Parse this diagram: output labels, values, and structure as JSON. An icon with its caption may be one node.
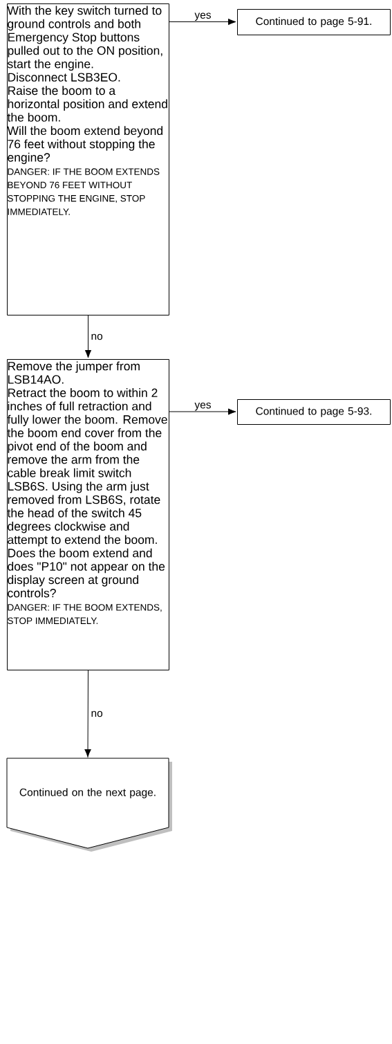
{
  "diagram": {
    "nodes": [
      {
        "text": [
          "With the key switch turned to ground controls and both Emergency Stop buttons pulled out to the ON position, start the engine.",
          "Disconnect LSB3EO.",
          "Raise the boom to a horizontal position and extend the boom.",
          "Will the boom extend beyond 76 feet without stopping the engine?",
          "DANGER: IF THE BOOM EXTENDS BEYOND 76 FEET WITHOUT STOPPING THE ENGINE, STOP IMMEDIATELY."
        ]
      },
      {
        "text": [
          "Continued to page 5-91."
        ]
      },
      {
        "text": [
          "Remove the jumper from LSB14AO.",
          "Retract the boom to within 2 inches of full retraction and fully lower the boom. Remove the boom end cover from the pivot end of the boom and remove the arm from the cable break limit switch LSB6S. Using the arm just removed from LSB6S, rotate the head of the switch 45 degrees clockwise and attempt to extend the boom. Does the boom extend and does \"P10\" not appear on the display screen at ground controls?",
          "DANGER: IF THE BOOM EXTENDS, STOP IMMEDIATELY."
        ]
      },
      {
        "text": [
          "Continued to page 5-93."
        ]
      },
      {
        "text": [
          "Continued on the next page."
        ]
      }
    ],
    "edges": [
      {
        "from": 0,
        "to": 1,
        "arrow": "to",
        "label": "yes"
      },
      {
        "from": 0,
        "to": 2,
        "arrow": "to",
        "label": "no"
      },
      {
        "from": 2,
        "to": 3,
        "arrow": "to",
        "label": "yes"
      },
      {
        "from": 2,
        "to": 4,
        "arrow": "to",
        "label": "no"
      }
    ]
  }
}
